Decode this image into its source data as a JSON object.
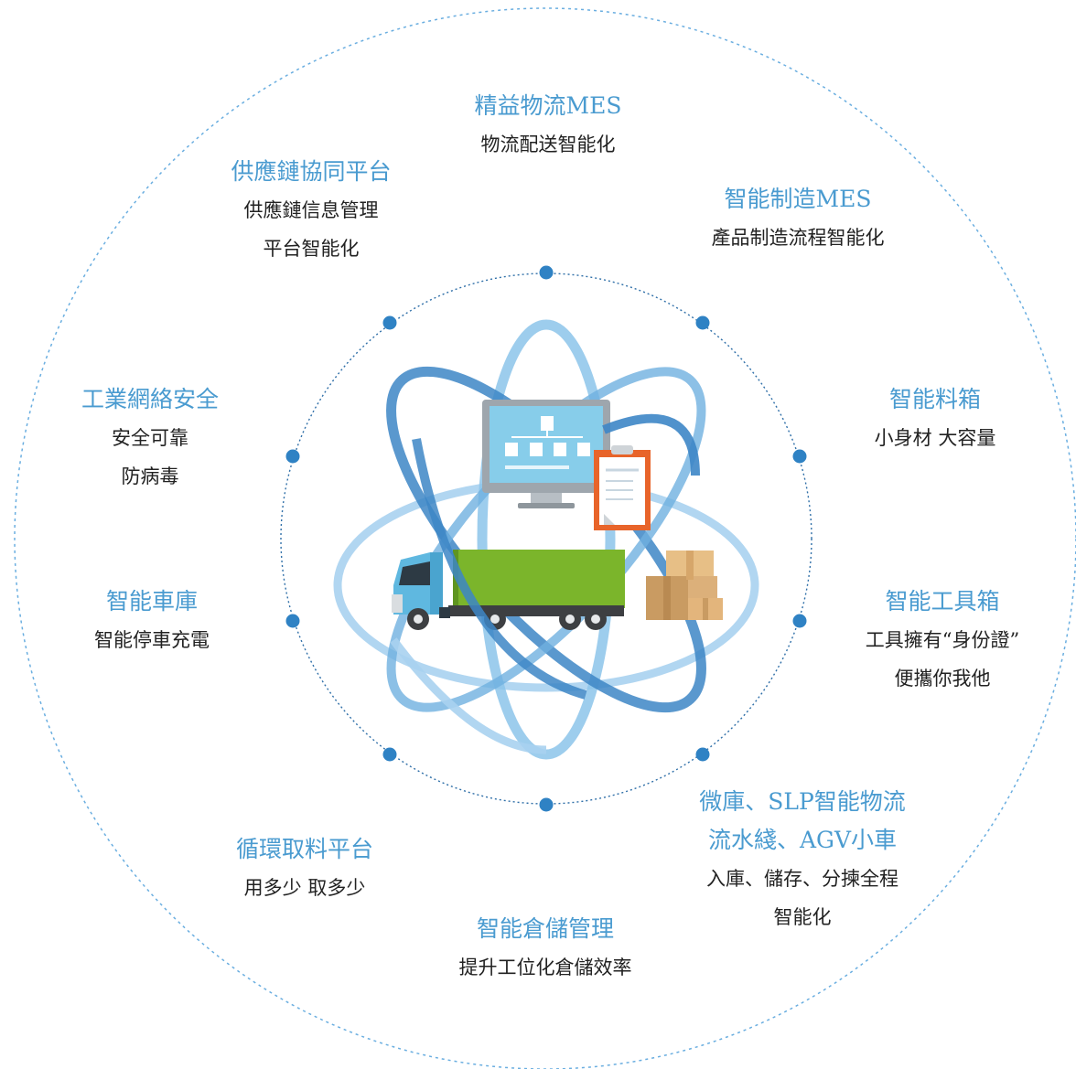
{
  "colors": {
    "accent": "#4a9bd0",
    "dot": "#2f82c4",
    "ring": "#6aaee0",
    "orbit_light": "#a9d2ef",
    "orbit_dark": "#3d86c6",
    "truck_box": "#7bb52b",
    "cab": "#5fb8e0",
    "clipboard": "#e8642a",
    "box": "#dcb07a"
  },
  "center_icons": [
    "monitor-icon",
    "clipboard-icon",
    "truck-icon",
    "boxes-icon"
  ],
  "nodes": [
    {
      "id": "lean-logistics",
      "title": "精益物流MES",
      "lines": [
        "物流配送智能化"
      ]
    },
    {
      "id": "supply-chain",
      "title": "供應鏈協同平台",
      "lines": [
        "供應鏈信息管理",
        "平台智能化"
      ]
    },
    {
      "id": "smart-mfg",
      "title": "智能制造MES",
      "lines": [
        "產品制造流程智能化"
      ]
    },
    {
      "id": "network-security",
      "title": "工業網絡安全",
      "lines": [
        "安全可靠",
        "防病毒"
      ]
    },
    {
      "id": "smart-bin",
      "title": "智能料箱",
      "lines": [
        "小身材 大容量"
      ]
    },
    {
      "id": "smart-garage",
      "title": "智能車庫",
      "lines": [
        "智能停車充電"
      ]
    },
    {
      "id": "smart-toolbox",
      "title": "智能工具箱",
      "lines": [
        "工具擁有“身份證”",
        "便攜你我他"
      ]
    },
    {
      "id": "micro-warehouse",
      "title": "微庫、SLP智能物流",
      "title2": "流水綫、AGV小車",
      "lines": [
        "入庫、儲存、分揀全程",
        "智能化"
      ]
    },
    {
      "id": "recycle-platform",
      "title": "循環取料平台",
      "lines": [
        "用多少 取多少"
      ]
    },
    {
      "id": "warehouse-mgmt",
      "title": "智能倉儲管理",
      "lines": [
        "提升工位化倉儲效率"
      ]
    }
  ]
}
